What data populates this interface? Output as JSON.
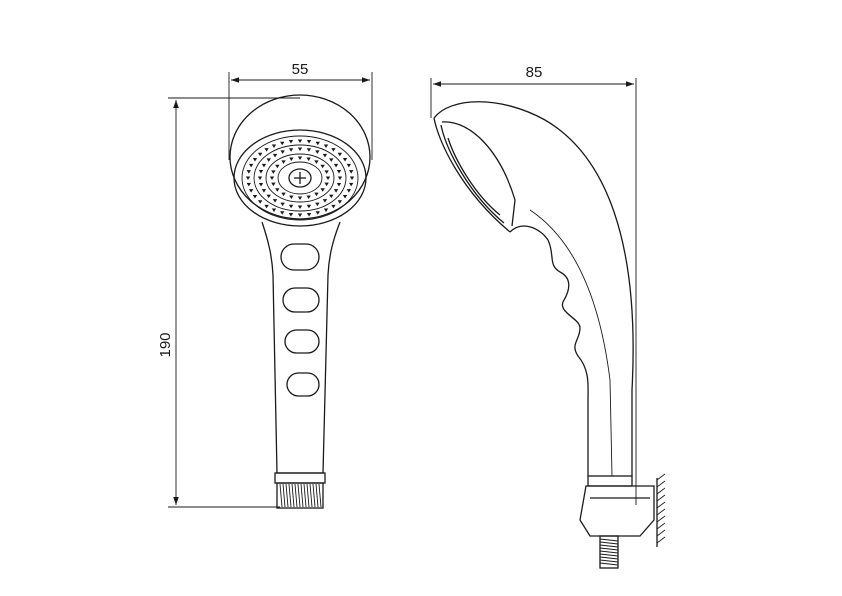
{
  "drawing": {
    "front_view": {
      "width_label": "55",
      "height_label": "190"
    },
    "side_view": {
      "depth_label": "85"
    },
    "colors": {
      "line": "#1a1a1a",
      "background": "#ffffff"
    }
  }
}
